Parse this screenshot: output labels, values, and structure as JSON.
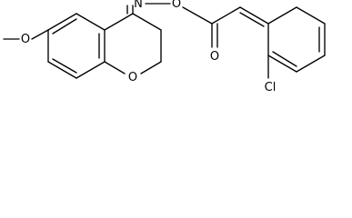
{
  "molecule": {
    "atoms": {
      "methoxy_carbon": "",
      "methoxy_oxygen": "O",
      "ring_oxygen": "O",
      "oxime_nitrogen": "N",
      "oxime_oxygen": "O",
      "carbonyl_oxygen": "O",
      "chlorine": "Cl"
    }
  }
}
